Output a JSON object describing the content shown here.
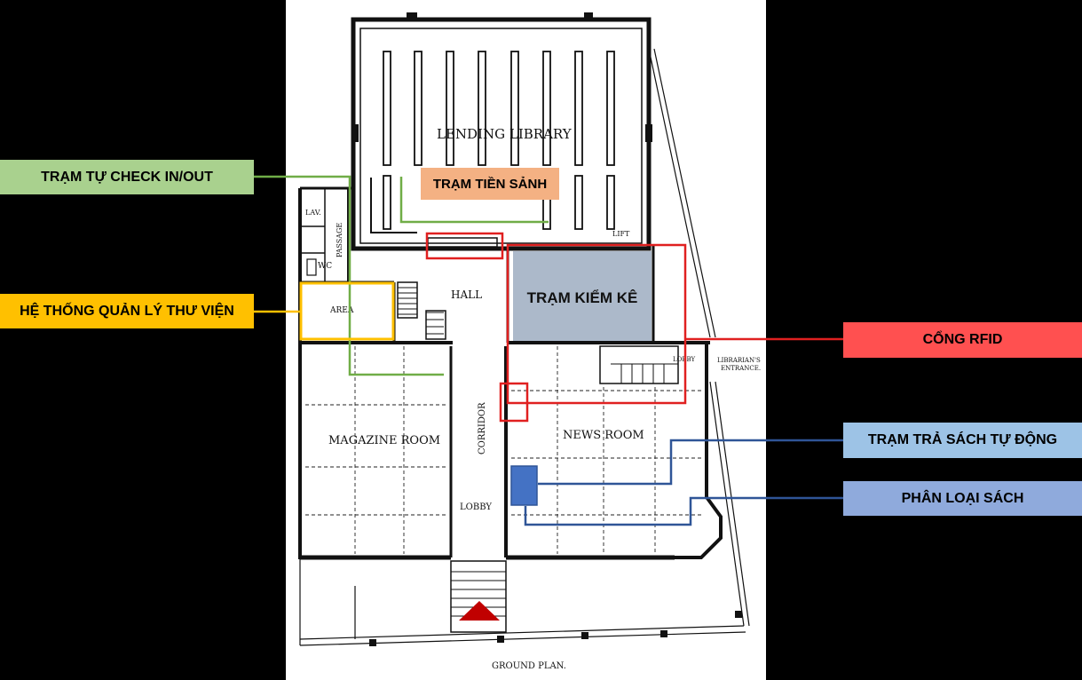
{
  "labels": {
    "checkin": "TRẠM TỰ CHECK IN/OUT",
    "lobby_station": "TRẠM TIỀN SẢNH",
    "ils": "HỆ THỐNG QUẢN LÝ THƯ VIỆN",
    "inventory": "TRẠM KIỂM KÊ",
    "rfid_gate": "CỔNG RFID",
    "auto_return": "TRẠM TRẢ SÁCH TỰ ĐỘNG",
    "sorting": "PHÂN LOẠI SÁCH"
  },
  "plan": {
    "lending_library": "LENDING LIBRARY",
    "lav": "LAV.",
    "passage": "PASSAGE",
    "wc": "WC",
    "area": "AREA",
    "hall": "HALL",
    "lift": "LIFT",
    "lobby_right": "LOBBY",
    "librarians_entrance_1": "LIBRARIAN'S",
    "librarians_entrance_2": "ENTRANCE.",
    "magazine_room": "MAGAZINE ROOM",
    "corridor": "CORRIDOR",
    "news_room": "NEWS ROOM",
    "lobby_bottom": "LOBBY",
    "ground_plan": "GROUND PLAN."
  },
  "colors": {
    "green": "#a9d18e",
    "green_line": "#70ad47",
    "peach": "#f4b183",
    "orange": "#ffc000",
    "slate": "#acb9ca",
    "red": "#ff5050",
    "red_line": "#e02020",
    "light_blue": "#9dc3e6",
    "blue": "#8faadc",
    "blue_line": "#2f5597",
    "entry_arrow": "#c00000"
  }
}
